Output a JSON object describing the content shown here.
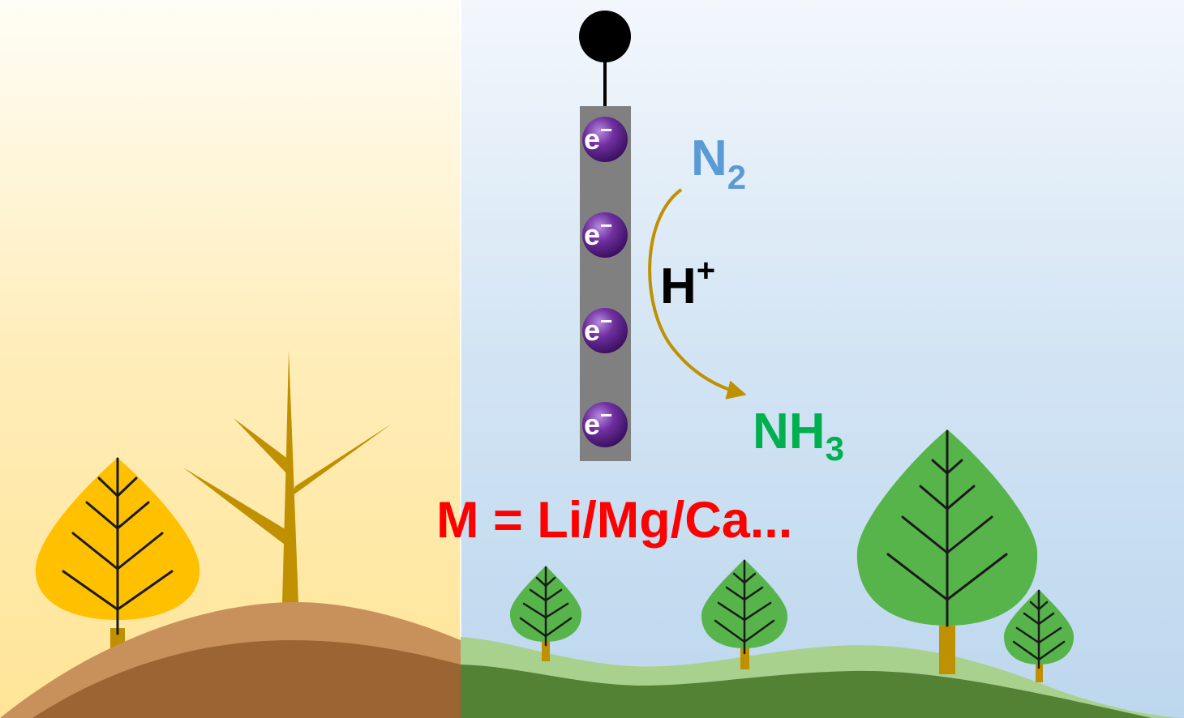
{
  "colors": {
    "left_sky_top": "#FFFDF6",
    "left_sky_bottom": "#FFE597",
    "right_sky_top": "#F3F7FC",
    "right_sky_bottom": "#BDD7EE",
    "electrode": "#808080",
    "electron": "#7030A0",
    "arrow": "#BF9000",
    "n2": "#5B9BD5",
    "nh3": "#00B050",
    "h_plus": "#000000",
    "metal_label": "#FF0000",
    "autumn_leaf": "#FFC000",
    "green_leaf": "#56B44A",
    "trunk": "#BF9000",
    "left_hill_light": "#C8915C",
    "left_hill_dark": "#9A6533",
    "right_hill_light": "#A9D18E",
    "right_hill_dark": "#548235"
  },
  "electrons": [
    {
      "base": "e",
      "sup": "−"
    },
    {
      "base": "e",
      "sup": "−"
    },
    {
      "base": "e",
      "sup": "−"
    },
    {
      "base": "e",
      "sup": "−"
    }
  ],
  "reaction": {
    "reactant": {
      "base": "N",
      "sub": "2"
    },
    "reagent": {
      "base": "H",
      "sup": "+"
    },
    "product": {
      "base": "NH",
      "sub": "3"
    }
  },
  "metal_label": "M = Li/Mg/Ca..."
}
